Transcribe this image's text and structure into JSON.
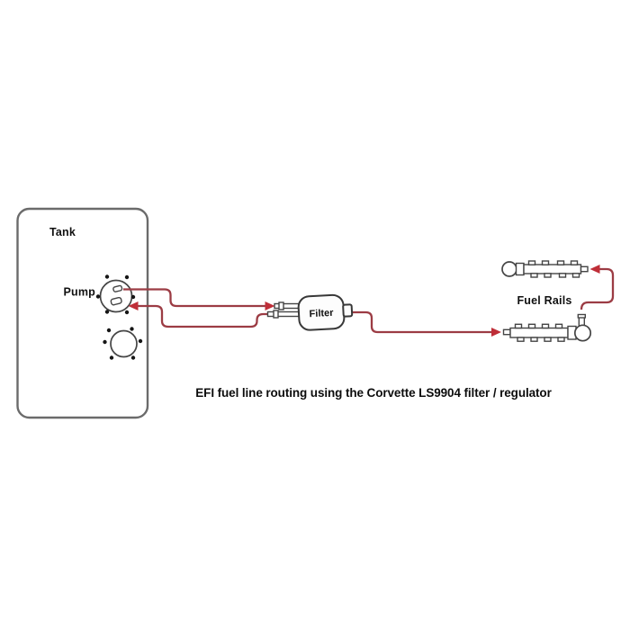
{
  "diagram": {
    "caption": "EFI fuel line routing using the Corvette LS9904 filter / regulator",
    "labels": {
      "tank": "Tank",
      "pump": "Pump",
      "filter": "Filter",
      "fuel_rails": "Fuel Rails"
    },
    "colors": {
      "fuel_line": "#9c3c44",
      "arrow": "#bf2e38",
      "tank_outline": "#6b6b6b",
      "component_outline": "#454545",
      "text": "#101010",
      "background": "#ffffff"
    },
    "components": [
      "fuel-tank",
      "fuel-pump-flange",
      "pump-access-ring",
      "inline-filter-regulator",
      "fuel-rail-left-bank",
      "fuel-rail-right-bank"
    ],
    "connections": [
      {
        "from": "pump-outlet",
        "to": "filter-inlet",
        "type": "supply",
        "arrow": "into filter"
      },
      {
        "from": "filter-return",
        "to": "pump",
        "type": "return",
        "arrow": "into pump"
      },
      {
        "from": "filter-outlet",
        "to": "right-fuel-rail",
        "type": "feed",
        "arrow": "into right rail"
      },
      {
        "from": "right-fuel-rail",
        "to": "left-fuel-rail",
        "type": "crossover",
        "arrow": "into left rail"
      }
    ]
  }
}
